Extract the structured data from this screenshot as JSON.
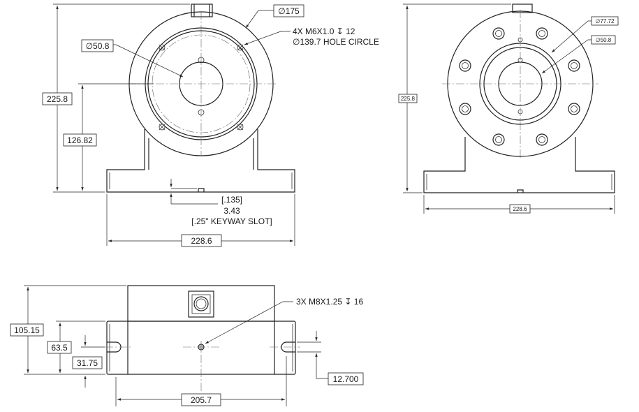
{
  "front_view": {
    "dia_outer": "∅175",
    "dia_bore": "∅50.8",
    "tap_note_1": "4X M6X1.0 ↧ 12",
    "tap_note_2": "∅139.7 HOLE CIRCLE",
    "height_overall": "225.8",
    "height_center": "126.82",
    "keyway_in": "[.135]",
    "keyway_mm": "3.43",
    "keyway_note": "[.25\" KEYWAY SLOT]",
    "width_base": "228.6"
  },
  "rear_view": {
    "dia_flange": "∅77.72",
    "dia_bore": "∅50.8",
    "height_overall": "225.8",
    "width_base": "228.6"
  },
  "top_view": {
    "height_overall": "105.15",
    "height_mid": "63.5",
    "height_low": "31.75",
    "tap_note": "3X M8X1.25 ↧ 16",
    "slot_offset": "12.700",
    "width_mount": "205.7"
  }
}
